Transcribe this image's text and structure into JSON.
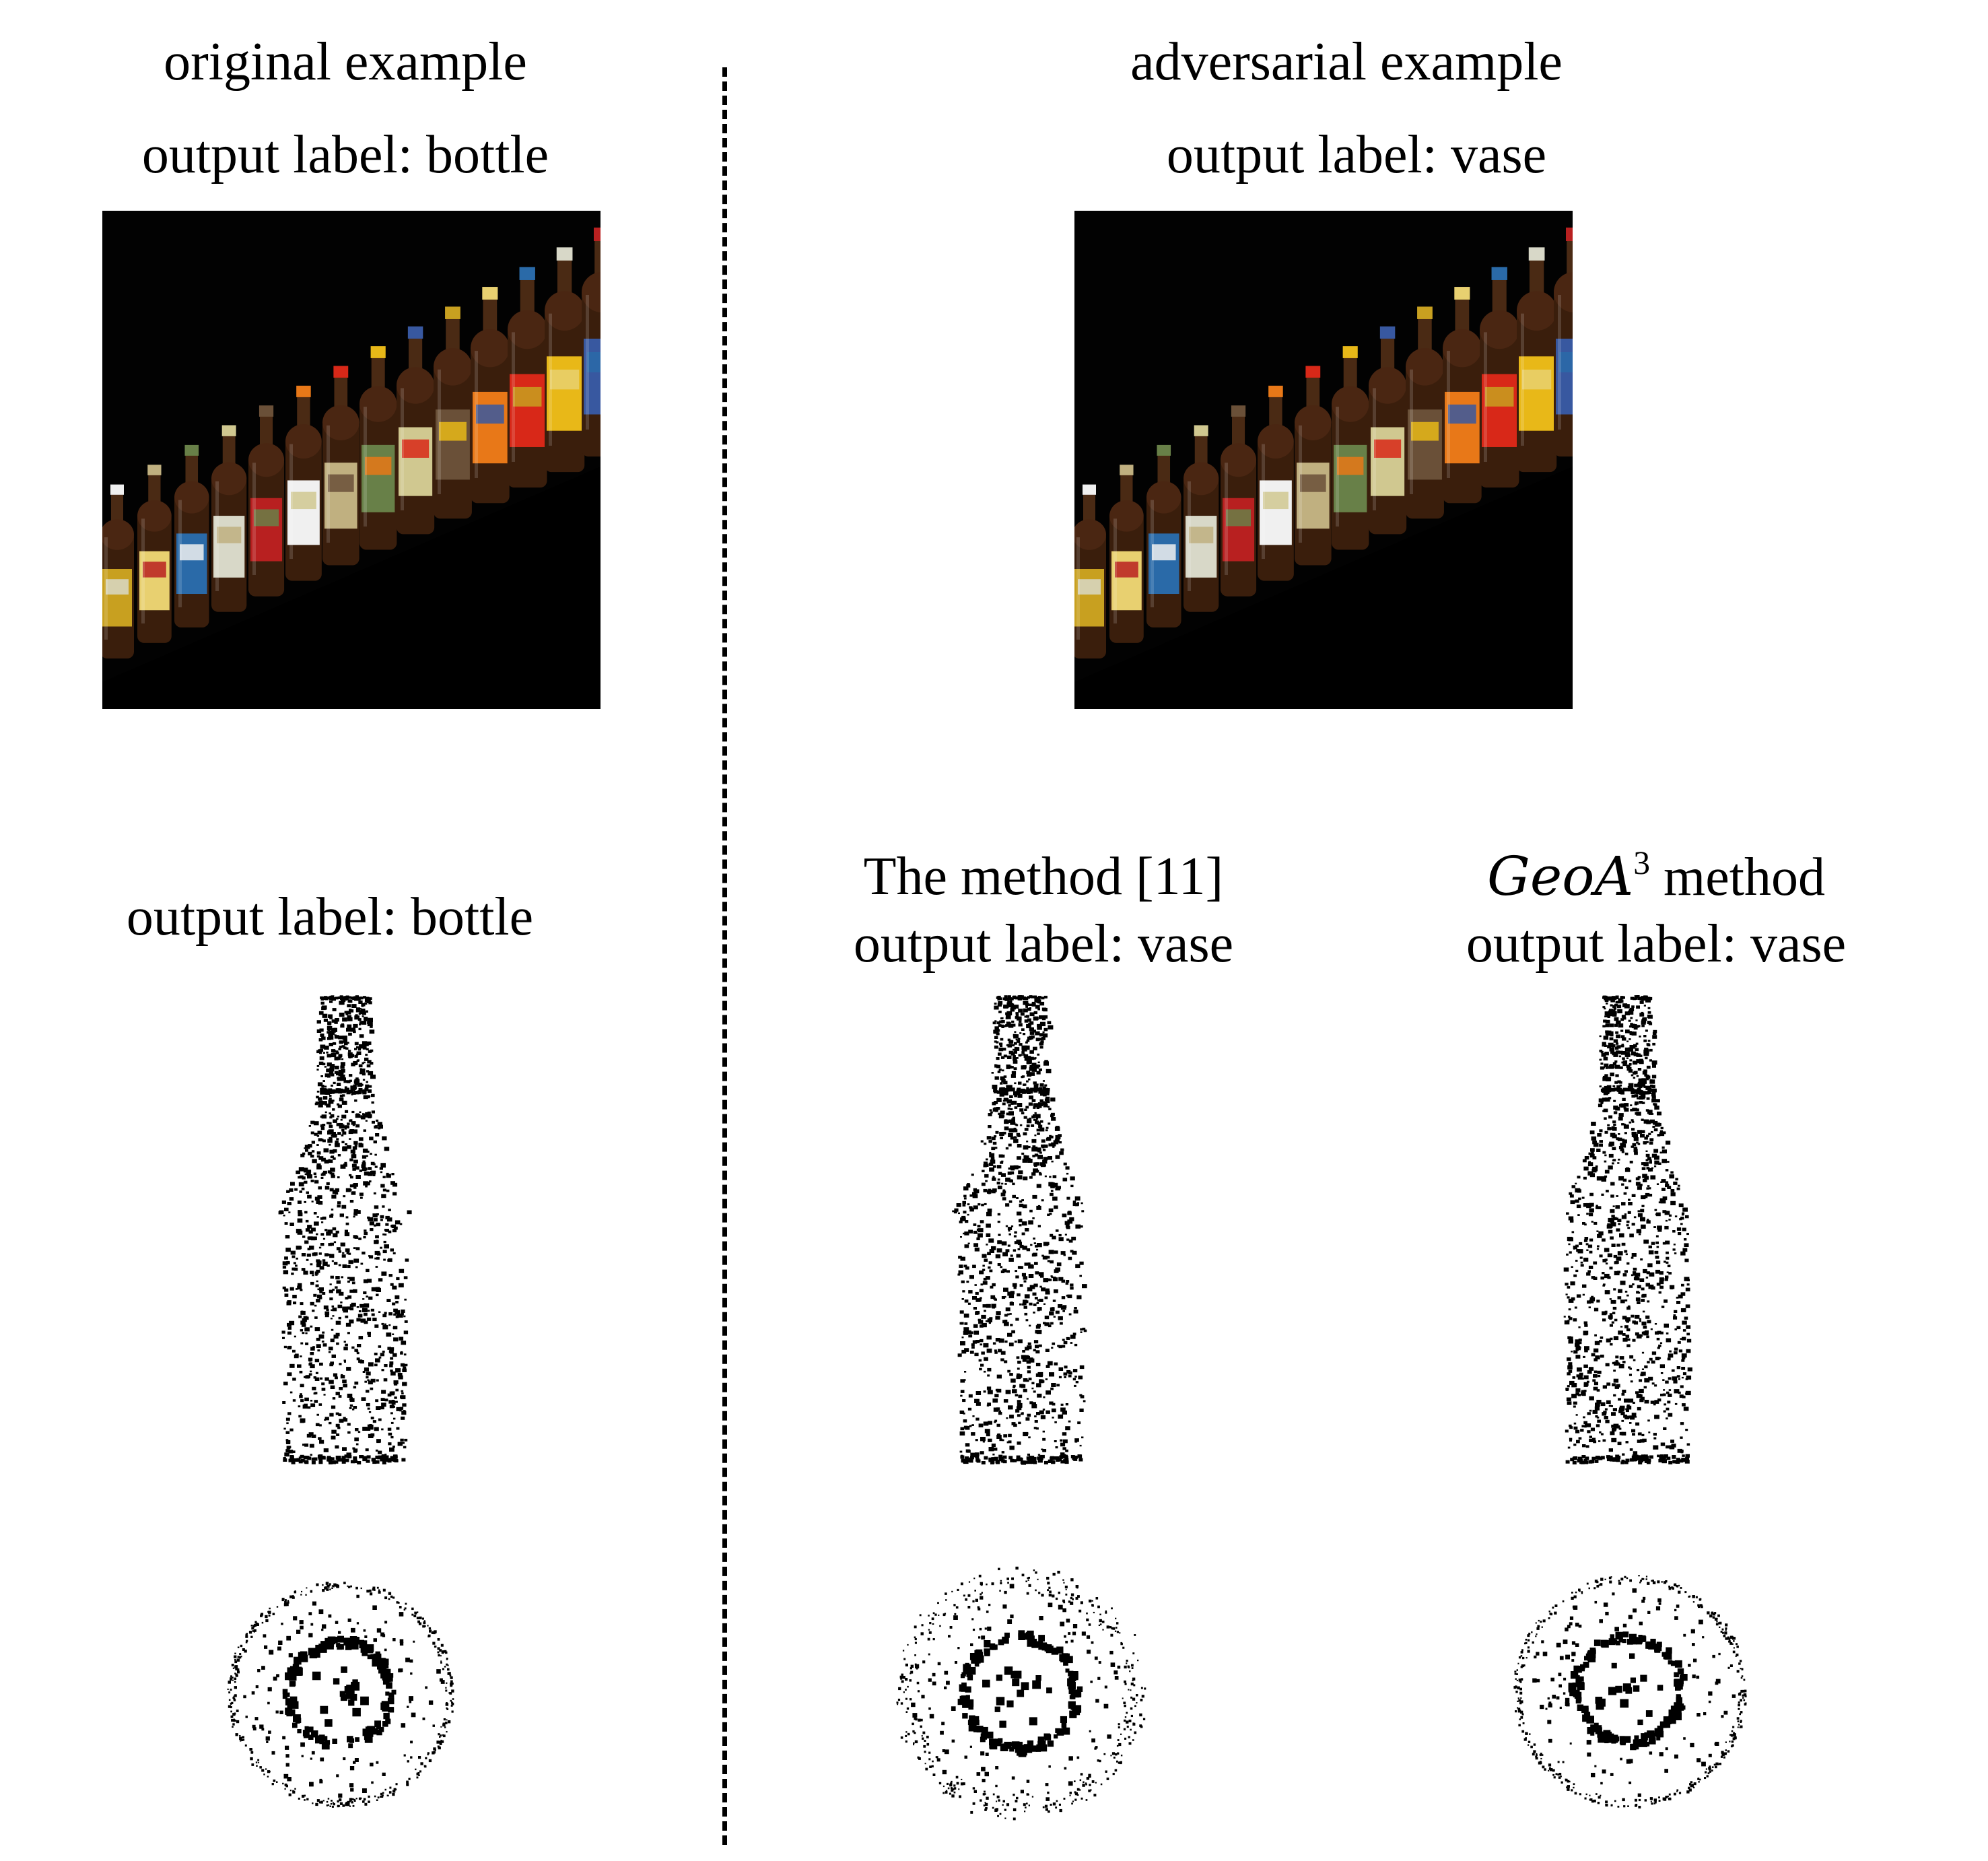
{
  "left_header": {
    "title": "original example",
    "label": "output label: bottle"
  },
  "right_header": {
    "title": "adversarial example",
    "label": "output label: vase"
  },
  "original_cloud": {
    "label": "output label: bottle"
  },
  "method_11": {
    "title": "The method [11]",
    "label": "output label: vase"
  },
  "geoa3": {
    "title_math": "GeoA",
    "title_sup": "3",
    "title_rest": " method",
    "label": "output label: vase"
  },
  "bottle_label_colors": [
    "#c8a020",
    "#e8d070",
    "#2a6aa8",
    "#d8d8c8",
    "#b82020",
    "#f0f0f0",
    "#c0b080",
    "#688048",
    "#d0c890",
    "#6a5038",
    "#e87818",
    "#d82818",
    "#e8b818",
    "#3858a0"
  ]
}
